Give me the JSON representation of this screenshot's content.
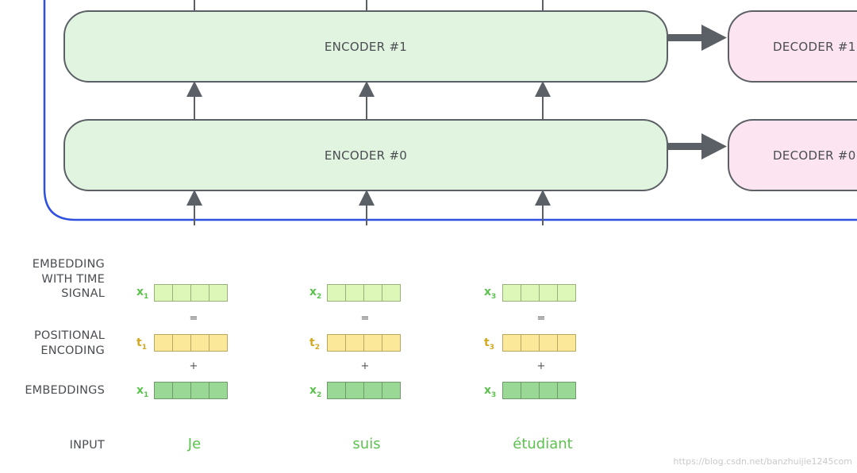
{
  "encoders": [
    {
      "label": "ENCODER #1"
    },
    {
      "label": "ENCODER #0"
    }
  ],
  "decoders": [
    {
      "label": "DECODER #1"
    },
    {
      "label": "DECODER #0"
    }
  ],
  "row_labels": {
    "embedding_time_signal": [
      "EMBEDDING",
      "WITH TIME",
      "SIGNAL"
    ],
    "positional_encoding": [
      "POSITIONAL",
      "ENCODING"
    ],
    "embeddings": [
      "EMBEDDINGS"
    ],
    "input": [
      "INPUT"
    ]
  },
  "columns": [
    {
      "signal": "x",
      "signal_sub": "1",
      "pos": "t",
      "pos_sub": "1",
      "emb": "x",
      "emb_sub": "1",
      "eq": "=",
      "plus": "+",
      "word": "Je"
    },
    {
      "signal": "x",
      "signal_sub": "2",
      "pos": "t",
      "pos_sub": "2",
      "emb": "x",
      "emb_sub": "2",
      "eq": "=",
      "plus": "+",
      "word": "suis"
    },
    {
      "signal": "x",
      "signal_sub": "3",
      "pos": "t",
      "pos_sub": "3",
      "emb": "x",
      "emb_sub": "3",
      "eq": "=",
      "plus": "+",
      "word": "étudiant"
    }
  ],
  "colors": {
    "encoder_fill": "#e1f4e0",
    "decoder_fill": "#fde4f1",
    "stack_border": "#2e4fe0",
    "embedding": "#9ad896",
    "embedding_time_signal": "#dcf7b8",
    "positional_encoding": "#fbe999",
    "input_text": "#5cc24e"
  },
  "watermark": "https://blog.csdn.net/banzhuijie1245com"
}
